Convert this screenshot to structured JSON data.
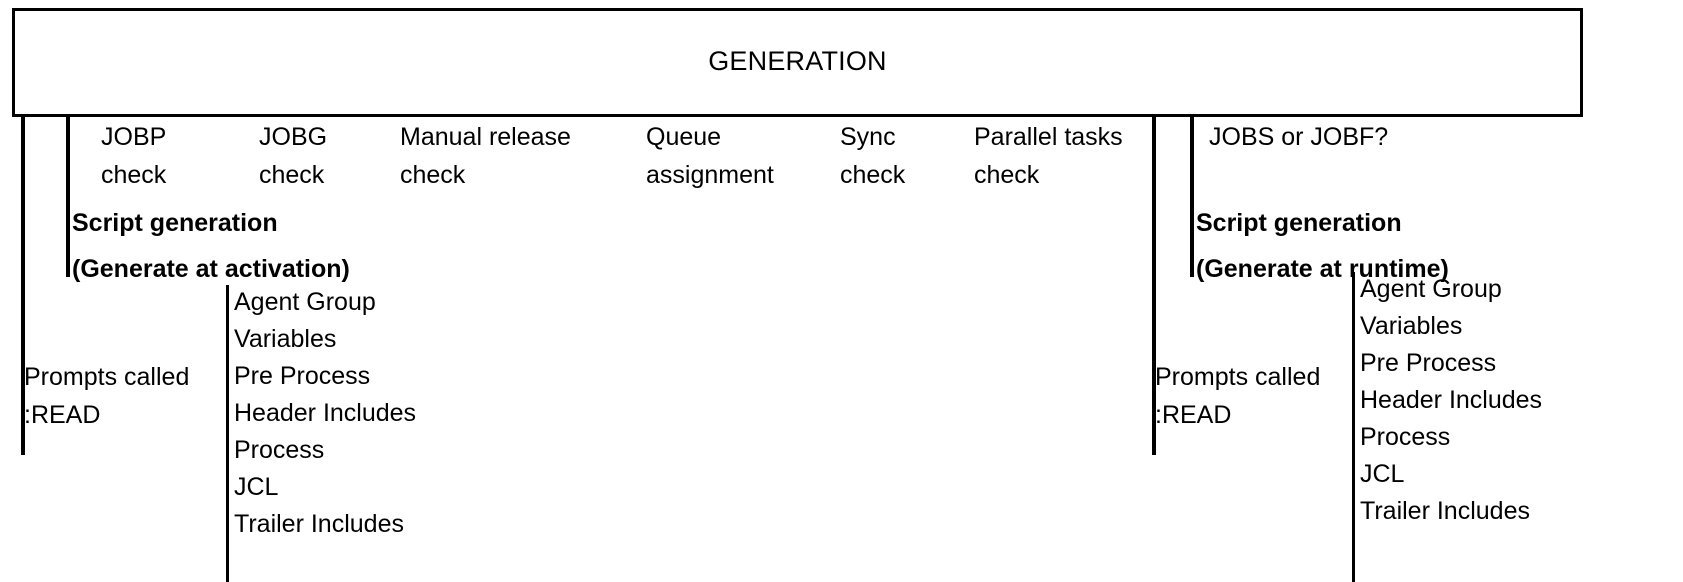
{
  "diagram": {
    "title": "GENERATION",
    "header_columns": [
      {
        "line1": "JOBP",
        "line2": "check"
      },
      {
        "line1": "JOBG",
        "line2": "check"
      },
      {
        "line1": "Manual release",
        "line2": "check"
      },
      {
        "line1": "Queue",
        "line2": "assignment"
      },
      {
        "line1": "Sync",
        "line2": "check"
      },
      {
        "line1": "Parallel tasks",
        "line2": "check"
      }
    ],
    "left_branch": {
      "heading_line1": "Script generation",
      "heading_line2": "(Generate at activation)",
      "prompt_line1": "Prompts called",
      "prompt_line2": ":READ",
      "components": [
        "Agent Group",
        "Variables",
        "Pre Process",
        "Header Includes",
        "Process",
        "JCL",
        "Trailer Includes"
      ]
    },
    "right_branch": {
      "question": "JOBS or JOBF?",
      "heading_line1": "Script generation",
      "heading_line2": "(Generate at runtime)",
      "prompt_line1": "Prompts called",
      "prompt_line2": ":READ",
      "components": [
        "Agent Group",
        "Variables",
        "Pre Process",
        "Header Includes",
        "Process",
        "JCL",
        "Trailer Includes"
      ]
    },
    "colors": {
      "line": "#000000",
      "text": "#000000",
      "background": "#ffffff"
    }
  }
}
